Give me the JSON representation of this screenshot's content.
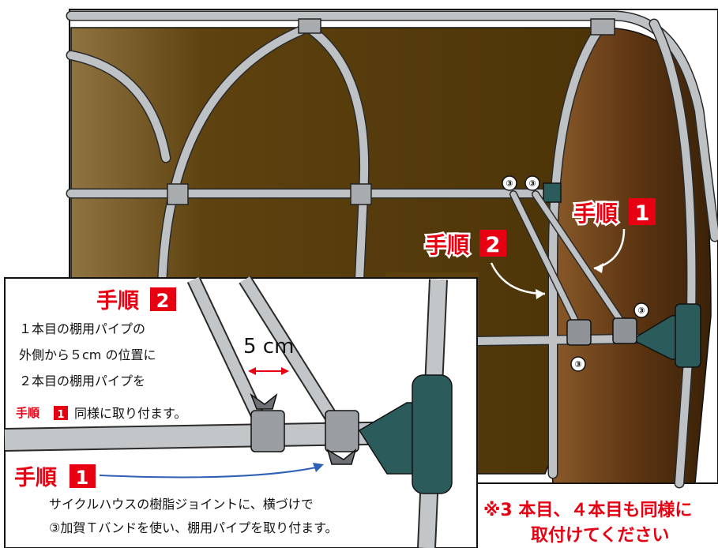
{
  "main_diagram": {
    "step1_label": "手順",
    "step1_number": "1",
    "step2_label": "手順",
    "step2_number": "2",
    "band_marker": "③"
  },
  "inset": {
    "step2_heading": "手順",
    "step2_number": "2",
    "step2_text": [
      "１本目の棚用パイプの",
      "外側から５cm の位置に",
      "２本目の棚用パイプを"
    ],
    "step2_ref_label": "手順",
    "step2_ref_number": "1",
    "step2_ref_suffix": "同様に取り付ます。",
    "distance_label": "5 cm",
    "step1_heading": "手順",
    "step1_number": "1",
    "step1_text": [
      "サイクルハウスの樹脂ジョイントに、横づけで",
      "③加賀Ｔバンドを使い、棚用パイプを取り付ます。"
    ]
  },
  "note": {
    "line1": "※3 本目、４本目も同様に",
    "line2": "取付けてください"
  },
  "colors": {
    "accent_red": "#e60012",
    "cover_brown": "#5a3a0e",
    "pipe_gray": "#b9bcbf",
    "joint_teal": "#2c5b5c",
    "arrow_blue": "#2d5fb4"
  }
}
